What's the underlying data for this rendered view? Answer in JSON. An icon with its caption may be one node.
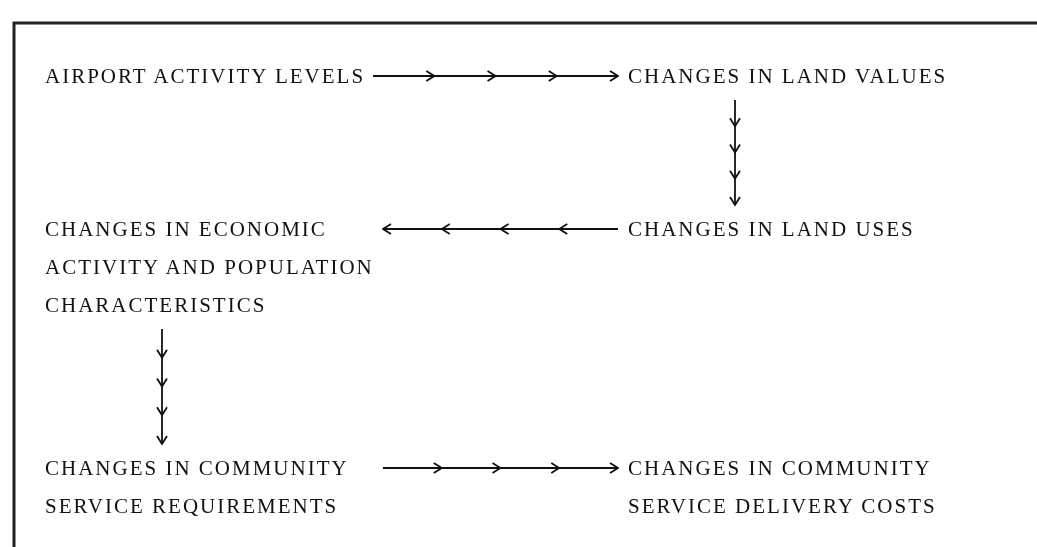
{
  "diagram": {
    "nodes": [
      {
        "text": [
          "AIRPORT ACTIVITY LEVELS"
        ]
      },
      {
        "text": [
          "CHANGES IN LAND VALUES"
        ]
      },
      {
        "text": [
          "CHANGES IN LAND USES"
        ]
      },
      {
        "text": [
          "CHANGES IN ECONOMIC ACTIVITY AND POPULATION CHARACTERISTICS"
        ]
      },
      {
        "text": [
          "CHANGES IN COMMUNITY SERVICE REQUIREMENTS"
        ]
      },
      {
        "text": [
          "CHANGES IN COMMUNITY SERVICE DELIVERY COSTS"
        ]
      }
    ],
    "edges": [
      {
        "from": 0,
        "to": 1,
        "arrow": "to"
      },
      {
        "from": 1,
        "to": 2,
        "arrow": "to"
      },
      {
        "from": 2,
        "to": 3,
        "arrow": "to"
      },
      {
        "from": 3,
        "to": 4,
        "arrow": "to"
      },
      {
        "from": 4,
        "to": 5,
        "arrow": "to"
      }
    ]
  }
}
